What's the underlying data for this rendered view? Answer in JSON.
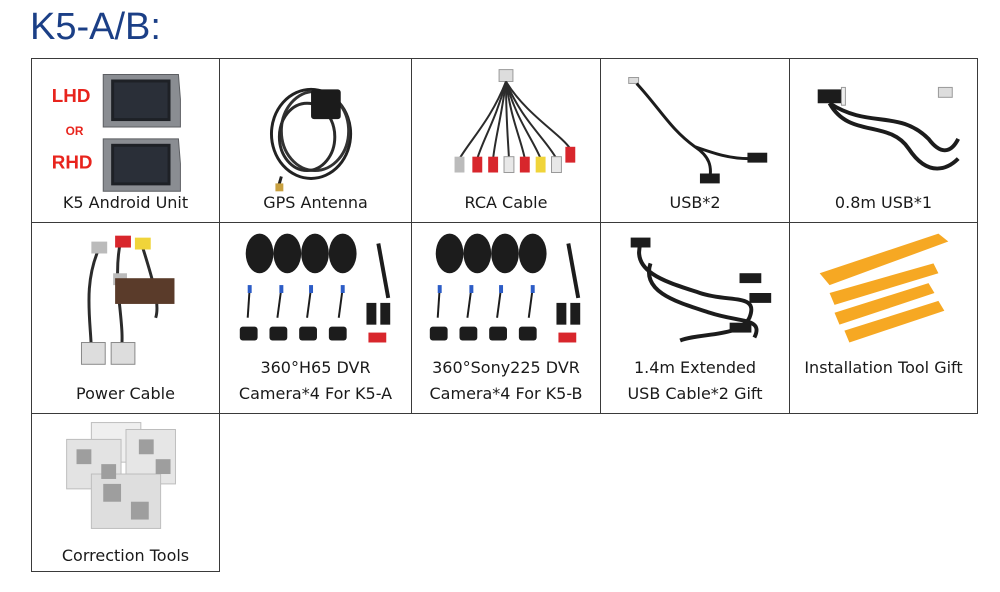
{
  "title": "K5-A/B:",
  "items": [
    {
      "caption": "K5 Android Unit",
      "badge_top": "LHD",
      "badge_mid": "OR",
      "badge_bot": "RHD"
    },
    {
      "caption": "GPS Antenna"
    },
    {
      "caption": "RCA Cable"
    },
    {
      "caption": "USB*2"
    },
    {
      "caption": "0.8m USB*1"
    },
    {
      "caption": "Power Cable"
    },
    {
      "caption_l1": "360°H65 DVR",
      "caption_l2": "Camera*4 For K5-A"
    },
    {
      "caption_l1": "360°Sony225 DVR",
      "caption_l2": "Camera*4 For K5-B"
    },
    {
      "caption_l1": "1.4m Extended",
      "caption_l2": "USB Cable*2 Gift"
    },
    {
      "caption": "Installation Tool Gift"
    },
    {
      "caption": "Correction Tools"
    }
  ],
  "colors": {
    "title": "#1b3f86",
    "badge": "#e8241d",
    "tool": "#f6a823",
    "rca_red": "#d8262c",
    "rca_yellow": "#f0d43a",
    "rca_white": "#e8e8e8"
  }
}
